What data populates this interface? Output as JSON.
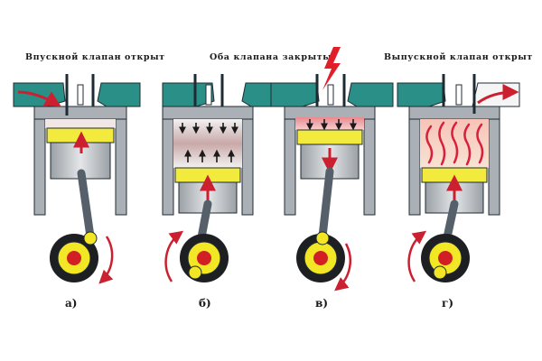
{
  "captions": {
    "intake": "Впускной клапан открыт",
    "compression": "Оба клапана закрыты",
    "exhaust": "Выпускной клапан открыт"
  },
  "stages": [
    {
      "label": "а)"
    },
    {
      "label": "б)"
    },
    {
      "label": "в)"
    },
    {
      "label": "г)"
    }
  ],
  "colors": {
    "port": "#2a8f86",
    "cylinder_wall": "#aab0b5",
    "piston_crown": "#f2ea3c",
    "piston_body": "#c7cbce",
    "arrow": "#cc1f2f",
    "flywheel_tire": "#1d1f22",
    "hub": "#f3e624",
    "hub_center": "#d11f25",
    "outline": "#1f2b33"
  }
}
